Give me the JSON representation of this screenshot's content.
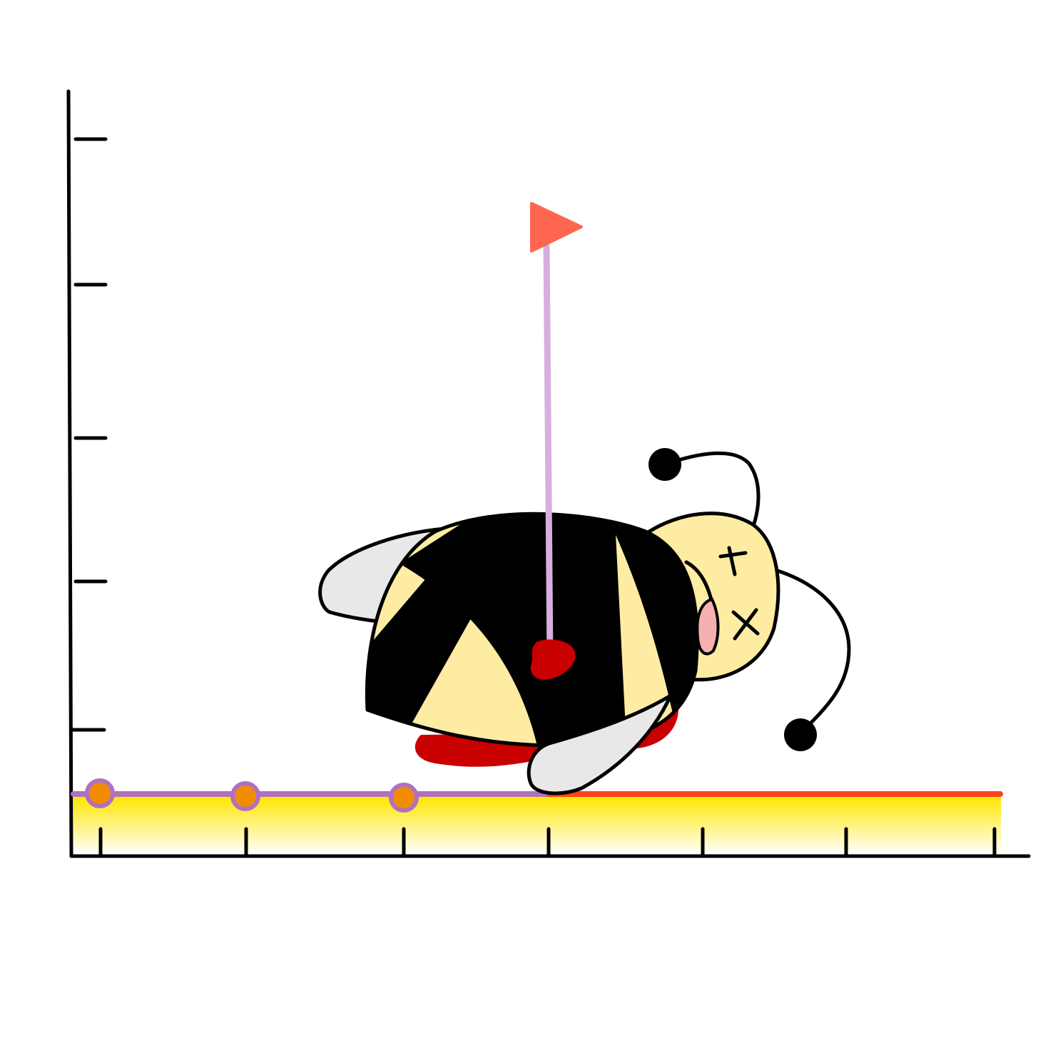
{
  "colors": {
    "background": "#ffffff",
    "ink": "#000000",
    "bee_yellow": "#feeca2",
    "wing_gray": "#e8e8e8",
    "blood_red": "#c80000",
    "flag_red": "#ff6650",
    "flag_pole": "#d7aee0",
    "baseline_purple": "#b070c0",
    "baseline_red": "#ff4020",
    "dot_orange": "#f08c00",
    "band_yellow": "#ffe600",
    "tongue_pink": "#f5b0b0"
  },
  "icons": {
    "bee": "dead-bee-icon",
    "flag": "flag-icon",
    "blood": "blood-splat-icon",
    "eyes": "x-eyes-icon"
  },
  "x_axis_tick_count": 7,
  "y_axis_tick_count": 5,
  "baseline_point_count": 3
}
